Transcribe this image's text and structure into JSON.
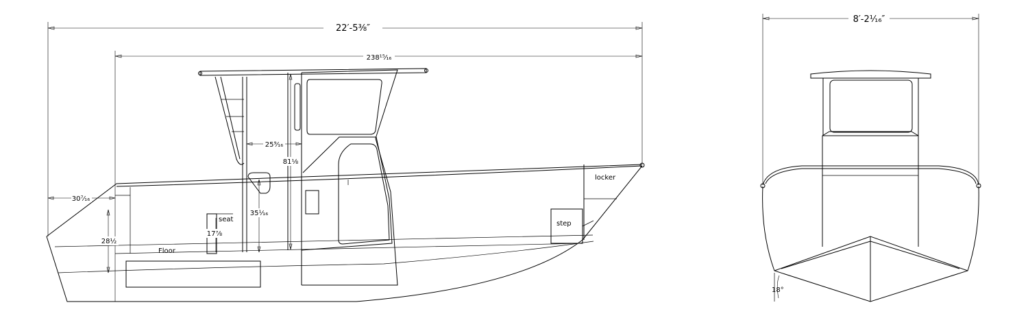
{
  "side_view": {
    "overall_length": "22′-5⅜″",
    "hull_length": "238¹⁵⁄₁₆",
    "transom_overhang": "30⁷⁄₁₆",
    "transom_height": "28½",
    "cabin_depth": "25⁹⁄₁₆",
    "cabin_height": "81⅛",
    "seat_back_height": "35¹⁄₁₆",
    "seat_height": "17⅞",
    "label_seat": "seat",
    "label_floor": "Floor",
    "label_locker": "locker",
    "label_step": "step"
  },
  "front_view": {
    "overall_beam": "8′-2¹⁄₁₆″",
    "deadrise": "18°"
  }
}
